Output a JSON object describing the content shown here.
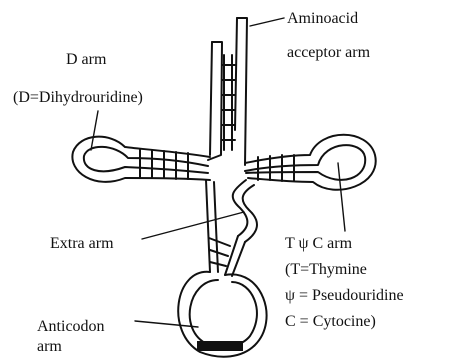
{
  "labels": {
    "acceptor_line1": "Aminoacid",
    "acceptor_line2": "acceptor arm",
    "d_arm_line1": "D arm",
    "d_arm_line2": "(D=Dihydrouridine)",
    "extra_arm": "Extra arm",
    "t_arm_line1": "T ψ C arm",
    "t_arm_line2": "(T=Thymine",
    "t_arm_line3": "ψ = Pseudouridine",
    "t_arm_line4": "C = Cytocine)",
    "anticodon_line1": "Anticodon",
    "anticodon_line2": "arm"
  },
  "colors": {
    "ink": "#111111",
    "background": "#ffffff"
  }
}
